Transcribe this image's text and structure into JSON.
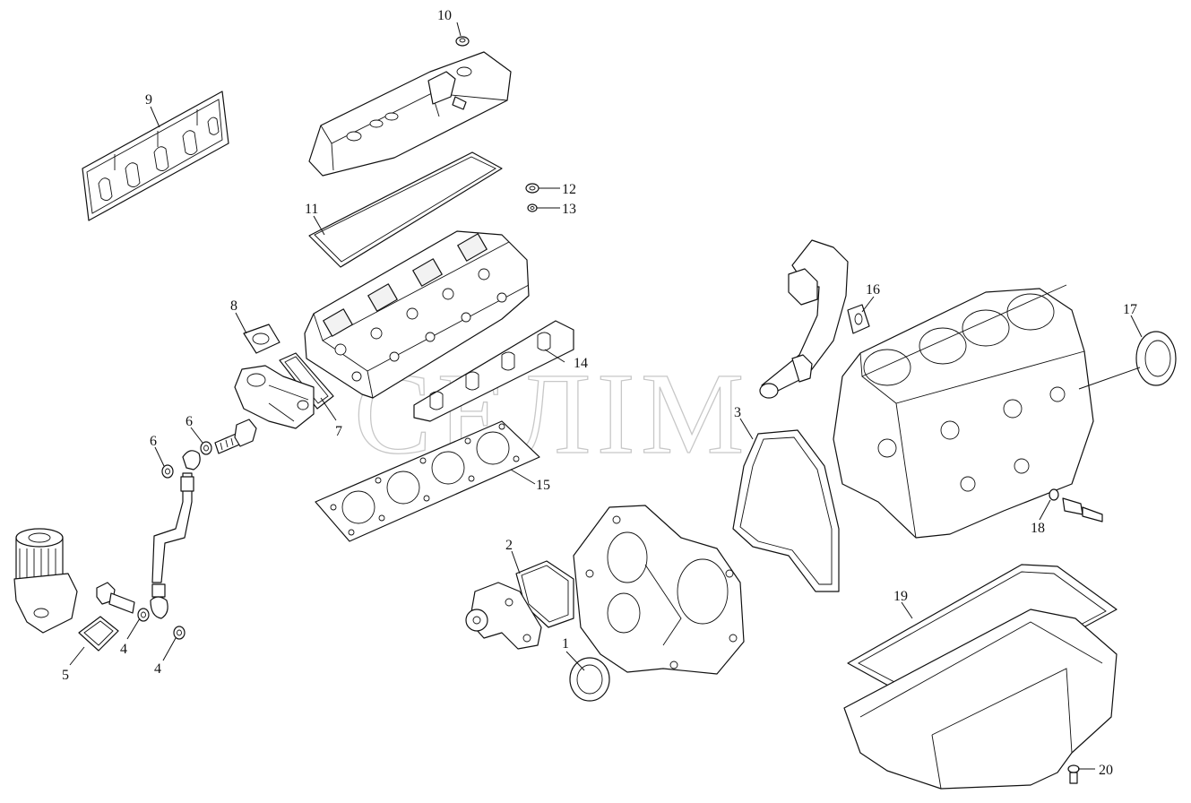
{
  "watermark": "СЕЛІМ",
  "callouts": [
    {
      "id": "c1",
      "label": "1"
    },
    {
      "id": "c2",
      "label": "2"
    },
    {
      "id": "c3",
      "label": "3"
    },
    {
      "id": "c4a",
      "label": "4"
    },
    {
      "id": "c4b",
      "label": "4"
    },
    {
      "id": "c5",
      "label": "5"
    },
    {
      "id": "c6a",
      "label": "6"
    },
    {
      "id": "c6b",
      "label": "6"
    },
    {
      "id": "c7",
      "label": "7"
    },
    {
      "id": "c8",
      "label": "8"
    },
    {
      "id": "c9",
      "label": "9"
    },
    {
      "id": "c10",
      "label": "10"
    },
    {
      "id": "c11",
      "label": "11"
    },
    {
      "id": "c12",
      "label": "12"
    },
    {
      "id": "c13",
      "label": "13"
    },
    {
      "id": "c14",
      "label": "14"
    },
    {
      "id": "c15",
      "label": "15"
    },
    {
      "id": "c16",
      "label": "16"
    },
    {
      "id": "c17",
      "label": "17"
    },
    {
      "id": "c18",
      "label": "18"
    },
    {
      "id": "c19",
      "label": "19"
    },
    {
      "id": "c20",
      "label": "20"
    }
  ]
}
